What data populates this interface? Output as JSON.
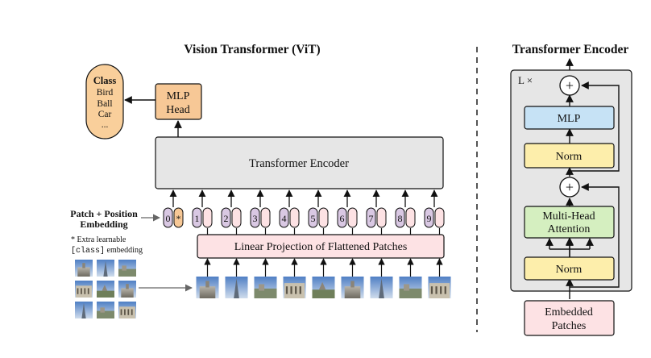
{
  "vit": {
    "title": "Vision Transformer (ViT)",
    "class_box": {
      "heading": "Class",
      "items": [
        "Bird",
        "Ball",
        "Car",
        "..."
      ]
    },
    "mlp_head": {
      "line1": "MLP",
      "line2": "Head"
    },
    "encoder_label": "Transformer Encoder",
    "embedding_label": {
      "line1": "Patch + Position",
      "line2": "Embedding"
    },
    "footnote": {
      "line1": "* Extra learnable",
      "code": "[class]",
      "line2_rest": " embedding"
    },
    "position_tokens": [
      "0",
      "1",
      "2",
      "3",
      "4",
      "5",
      "6",
      "7",
      "8",
      "9"
    ],
    "class_token_marker": "*",
    "projection_label": "Linear Projection of Flattened Patches"
  },
  "encoder": {
    "title": "Transformer Encoder",
    "repeat_label": "L ×",
    "plus_symbol": "+",
    "mlp_label": "MLP",
    "norm_label": "Norm",
    "attention": {
      "line1": "Multi-Head",
      "line2": "Attention"
    },
    "embedded": {
      "line1": "Embedded",
      "line2": "Patches"
    }
  },
  "colors": {
    "orange": "#f9cf9b",
    "mlp_orange": "#f7c896",
    "encoder_gray": "#e6e6e6",
    "purple": "#d9c8e3",
    "pink": "#fde2e4",
    "blue": "#c6e2f5",
    "yellow": "#fdeeab",
    "green": "#d5efc0"
  }
}
